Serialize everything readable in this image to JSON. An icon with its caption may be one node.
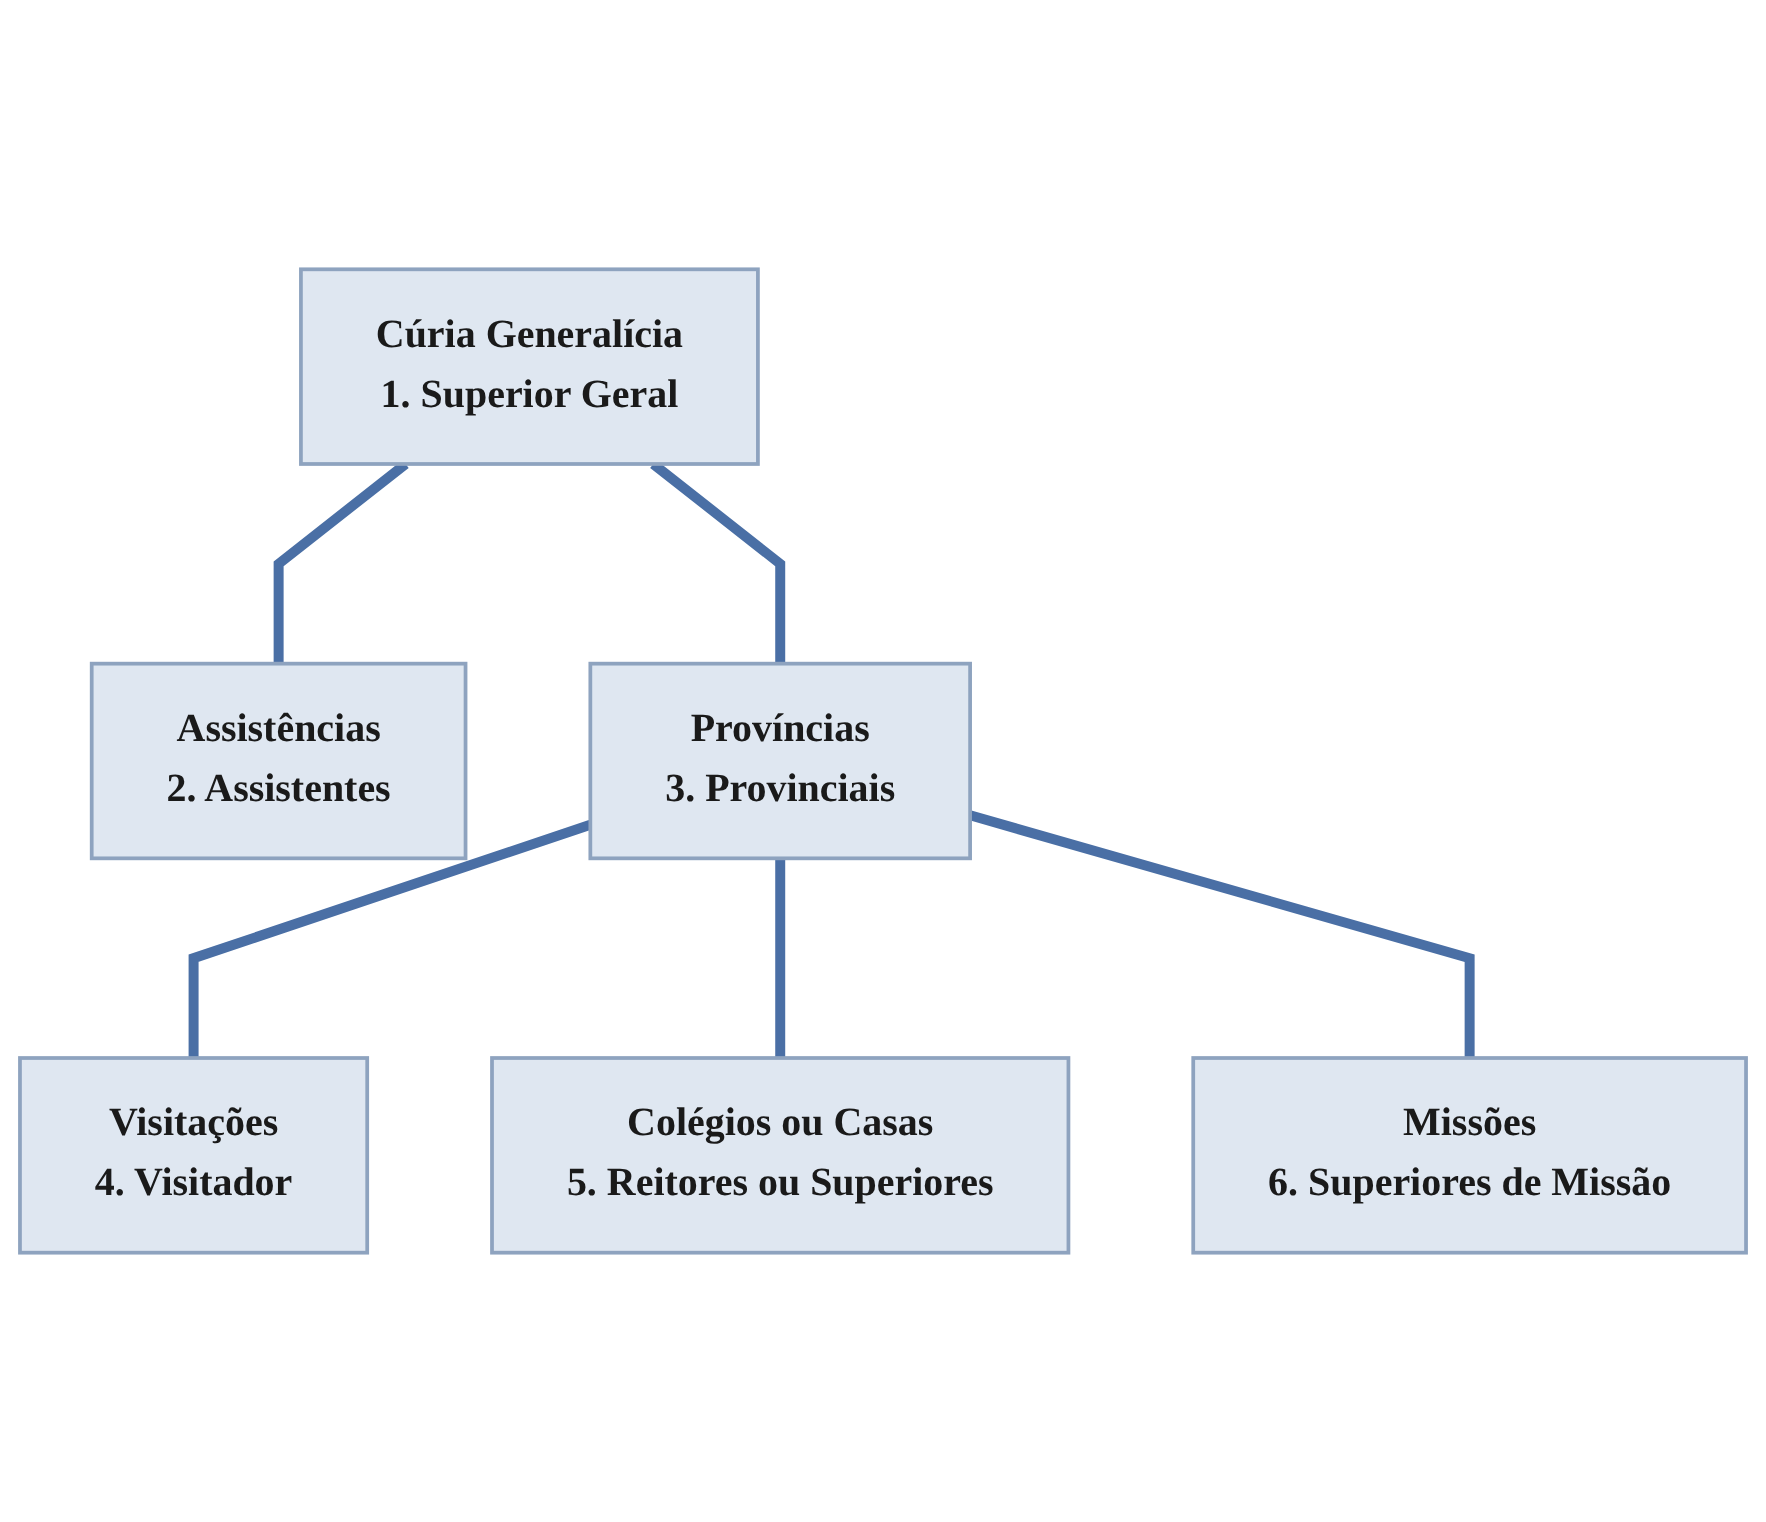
{
  "diagram": {
    "nodes": [
      {
        "text": [
          "Cúria Generalícia",
          "1. Superior Geral"
        ]
      },
      {
        "text": [
          "Assistências",
          "2. Assistentes"
        ]
      },
      {
        "text": [
          "Províncias",
          "3. Provinciais"
        ]
      },
      {
        "text": [
          "Visitações",
          "4. Visitador"
        ]
      },
      {
        "text": [
          "Colégios ou Casas",
          "5. Reitores ou Superiores"
        ]
      },
      {
        "text": [
          "Missões",
          "6. Superiores de Missão"
        ]
      }
    ],
    "edges": [
      {
        "from": 0,
        "to": 1,
        "arrow": "none"
      },
      {
        "from": 0,
        "to": 2,
        "arrow": "none"
      },
      {
        "from": 2,
        "to": 3,
        "arrow": "none"
      },
      {
        "from": 2,
        "to": 4,
        "arrow": "none"
      },
      {
        "from": 2,
        "to": 5,
        "arrow": "none"
      }
    ]
  }
}
